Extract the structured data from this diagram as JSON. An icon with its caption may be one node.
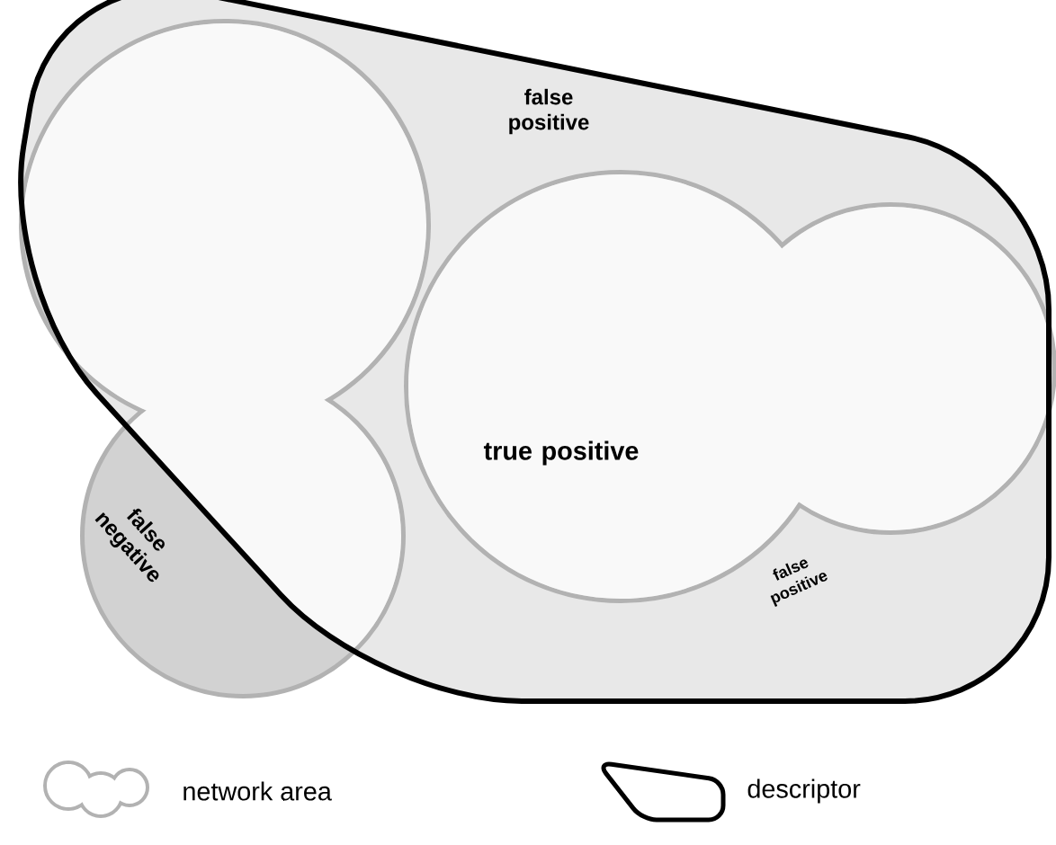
{
  "diagram": {
    "labels": [
      "false positive",
      "true positive",
      "false negative",
      "false positive"
    ],
    "legend": [
      {
        "text": "network area"
      },
      {
        "text": "descriptor"
      }
    ]
  }
}
